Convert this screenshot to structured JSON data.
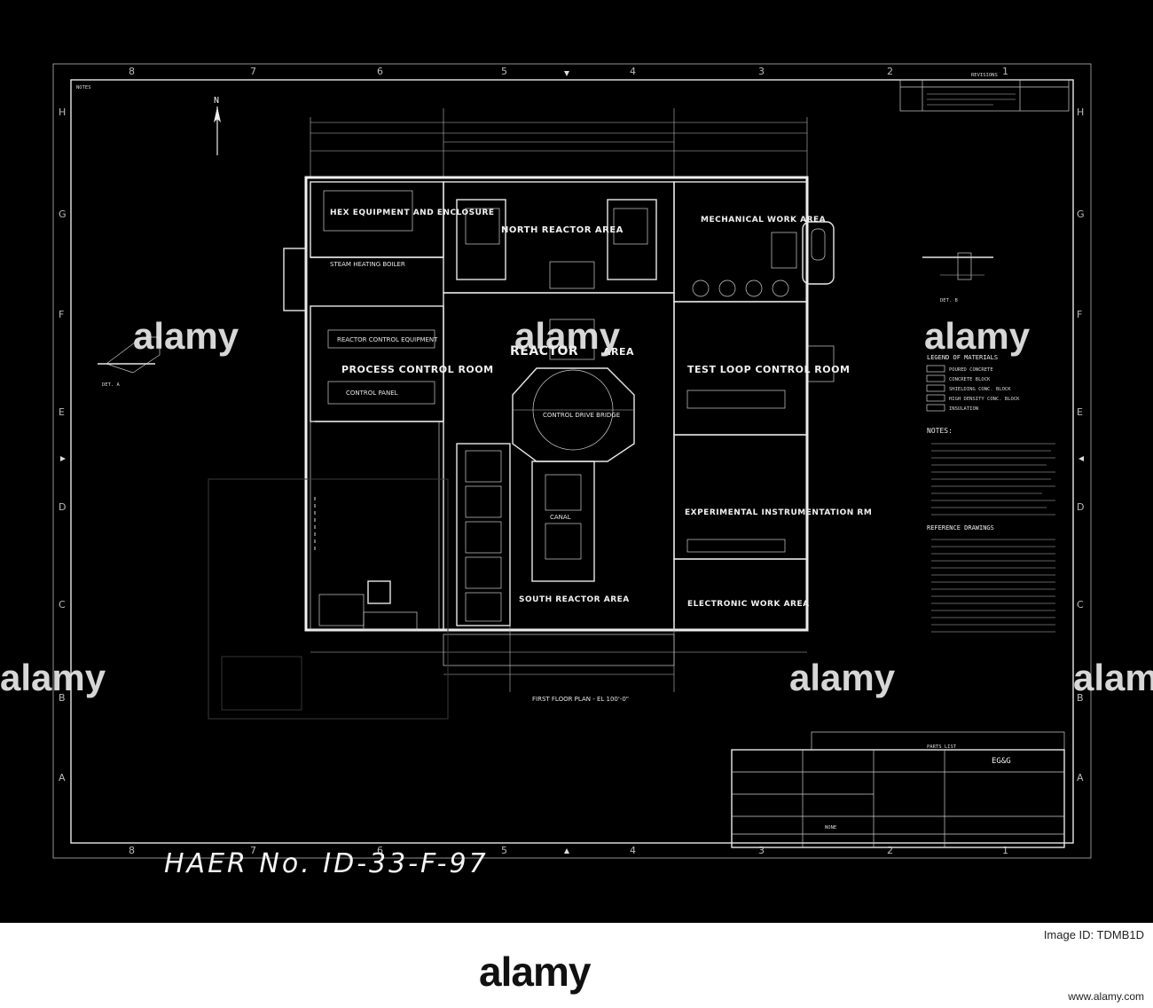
{
  "drawing": {
    "haer_number": "HAER No. ID-33-F-97",
    "plan_title": "FIRST FLOOR PLAN - EL 100'-0\"",
    "north_label": "N",
    "notes_header": "NOTES",
    "revisions_header": "REVISIONS",
    "grid_columns": [
      "8",
      "7",
      "6",
      "5",
      "4",
      "3",
      "2",
      "1"
    ],
    "grid_rows": [
      "H",
      "G",
      "F",
      "E",
      "D",
      "C",
      "B",
      "A"
    ],
    "rooms": {
      "hx_equipment": "HEX EQUIPMENT AND ENCLOSURE",
      "north_reactor": "NORTH REACTOR AREA",
      "mechanical": "MECHANICAL WORK AREA",
      "process_control": "PROCESS CONTROL ROOM",
      "reactor": "REACTOR",
      "area": "AREA",
      "test_loop": "TEST LOOP CONTROL ROOM",
      "experimental": "EXPERIMENTAL INSTRUMENTATION RM",
      "south_reactor": "SOUTH REACTOR AREA",
      "electronic": "ELECTRONIC WORK AREA",
      "reactor_control_eq": "REACTOR CONTROL EQUIPMENT",
      "control_panel": "CONTROL PANEL",
      "steam_boiler": "STEAM HEATING BOILER",
      "canal": "CANAL",
      "control_drive": "CONTROL DRIVE BRIDGE"
    },
    "details": {
      "det_a": "DET. A",
      "det_b": "DET. B"
    },
    "legend": {
      "title": "LEGEND OF MATERIALS",
      "items": [
        "POURED CONCRETE",
        "CONCRETE BLOCK",
        "SHIELDING CONC. BLOCK",
        "HIGH DENSITY CONC. BLOCK",
        "INSULATION"
      ]
    },
    "notes_title": "NOTES:",
    "reference_title": "REFERENCE DRAWINGS",
    "title_block": {
      "company": "EG&G",
      "parts_list": "PARTS LIST",
      "scale": "NONE"
    }
  },
  "watermark": {
    "text": "alamy"
  },
  "footer": {
    "logo": "alamy",
    "image_id": "Image ID: TDMB1D",
    "url": "www.alamy.com"
  }
}
